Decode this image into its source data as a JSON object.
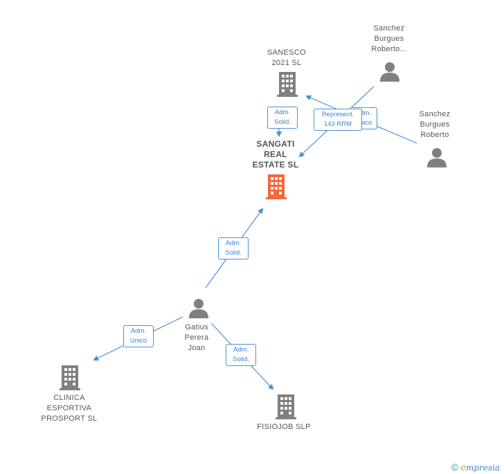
{
  "colors": {
    "company": "#808080",
    "company_main": "#f06a3a",
    "person": "#808080",
    "edge": "#4a8fd8"
  },
  "nodes": {
    "sangati": {
      "label": "SANGATI\nREAL\nESTATE  SL",
      "icon": "building-icon"
    },
    "sanesco": {
      "label": "SANESCO\n2021  SL",
      "icon": "building-icon"
    },
    "sanchez1": {
      "label": "Sanchez\nBurgues\nRoberto...",
      "icon": "person-icon"
    },
    "sanchez2": {
      "label": "Sanchez\nBurgues\nRoberto",
      "icon": "person-icon"
    },
    "gatius": {
      "label": "Gatius\nPerera\nJoan",
      "icon": "person-icon"
    },
    "clinica": {
      "label": "CLINICA\nESPORTIVA\nPROSPORT  SL",
      "icon": "building-icon"
    },
    "fisiojob": {
      "label": "FISIOJOB  SLP",
      "icon": "building-icon"
    }
  },
  "edges": {
    "sanesco_sangati": "Adm.\nSolid.",
    "sanchez1_sangati": "Represent.\n143 RRM",
    "sanchez2_sanesco": "Adm.\nUnico",
    "gatius_sangati": "Adm.\nSolid.",
    "gatius_clinica": "Adm.\nUnico",
    "gatius_fisiojob": "Adm.\nSolid."
  },
  "footer": {
    "copyright": "©",
    "brand_initial": "e",
    "brand_rest": "mpresia"
  }
}
